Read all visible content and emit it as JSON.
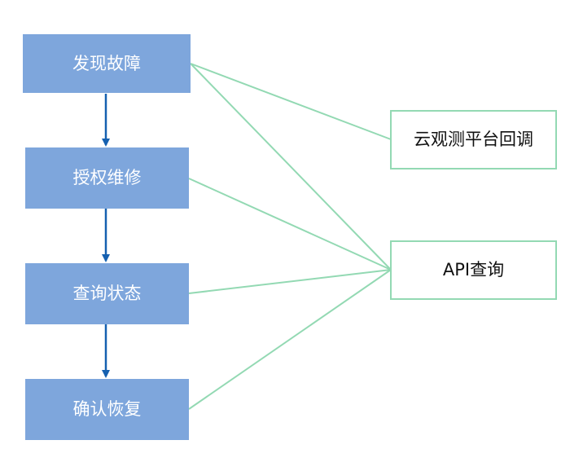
{
  "colors": {
    "step_fill": "#7ea6dc",
    "step_text": "#ffffff",
    "flow_arrow": "#1560b0",
    "channel_border": "#93d9b3",
    "connector_line": "#93d9b3",
    "channel_text": "#111111"
  },
  "steps": [
    {
      "label": "发现故障"
    },
    {
      "label": "授权维修"
    },
    {
      "label": "查询状态"
    },
    {
      "label": "确认恢复"
    }
  ],
  "channels": [
    {
      "label": "云观测平台回调"
    },
    {
      "label": "API查询"
    }
  ]
}
